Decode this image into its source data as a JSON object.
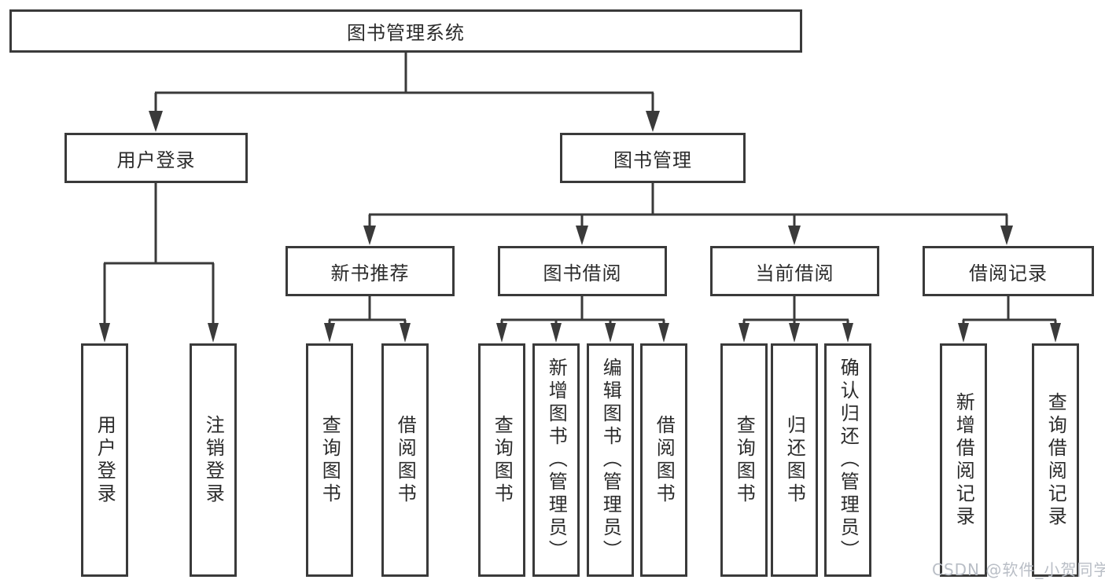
{
  "tree": {
    "label": "图书管理系统",
    "children": [
      {
        "label": "用户登录",
        "children": [
          {
            "label": "用户登录"
          },
          {
            "label": "注销登录"
          }
        ]
      },
      {
        "label": "图书管理",
        "children": [
          {
            "label": "新书推荐",
            "children": [
              {
                "label": "查询图书"
              },
              {
                "label": "借阅图书"
              }
            ]
          },
          {
            "label": "图书借阅",
            "children": [
              {
                "label": "查询图书"
              },
              {
                "label": "新增图书（管理员）"
              },
              {
                "label": "编辑图书（管理员）"
              },
              {
                "label": "借阅图书"
              }
            ]
          },
          {
            "label": "当前借阅",
            "children": [
              {
                "label": "查询图书"
              },
              {
                "label": "归还图书"
              },
              {
                "label": "确认归还（管理员）"
              }
            ]
          },
          {
            "label": "借阅记录",
            "children": [
              {
                "label": "新增借阅记录"
              },
              {
                "label": "查询借阅记录"
              }
            ]
          }
        ]
      }
    ]
  },
  "watermark": {
    "text": "CSDN @软件_小贺同学"
  },
  "colors": {
    "line": "#3a3a3a",
    "box_border": "#3a3a3a",
    "text": "#2b2b2b",
    "watermark": "#b9bec6",
    "background": "#ffffff"
  }
}
